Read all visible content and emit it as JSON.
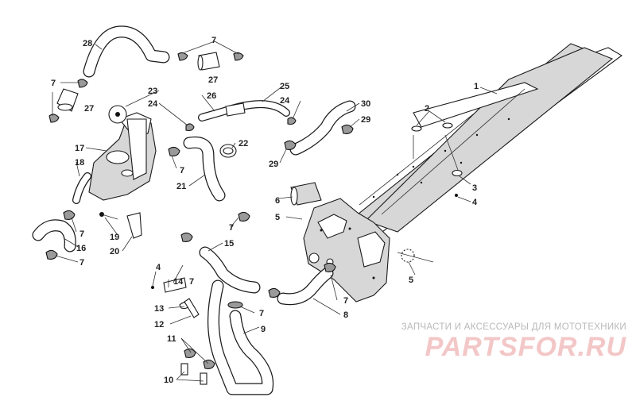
{
  "diagram": {
    "callouts": [
      {
        "id": "c1",
        "label": "1"
      },
      {
        "id": "c2",
        "label": "2"
      },
      {
        "id": "c3",
        "label": "3"
      },
      {
        "id": "c4a",
        "label": "4"
      },
      {
        "id": "c4b",
        "label": "4"
      },
      {
        "id": "c5a",
        "label": "5"
      },
      {
        "id": "c5b",
        "label": "5"
      },
      {
        "id": "c6",
        "label": "6"
      },
      {
        "id": "c7a",
        "label": "7"
      },
      {
        "id": "c7b",
        "label": "7"
      },
      {
        "id": "c7c",
        "label": "7"
      },
      {
        "id": "c7d",
        "label": "7"
      },
      {
        "id": "c7e",
        "label": "7"
      },
      {
        "id": "c7f",
        "label": "7"
      },
      {
        "id": "c7g",
        "label": "7"
      },
      {
        "id": "c7h",
        "label": "7"
      },
      {
        "id": "c7i",
        "label": "7"
      },
      {
        "id": "c8",
        "label": "8"
      },
      {
        "id": "c9",
        "label": "9"
      },
      {
        "id": "c10",
        "label": "10"
      },
      {
        "id": "c11",
        "label": "11"
      },
      {
        "id": "c12",
        "label": "12"
      },
      {
        "id": "c13",
        "label": "13"
      },
      {
        "id": "c14",
        "label": "14"
      },
      {
        "id": "c15",
        "label": "15"
      },
      {
        "id": "c16",
        "label": "16"
      },
      {
        "id": "c17",
        "label": "17"
      },
      {
        "id": "c18",
        "label": "18"
      },
      {
        "id": "c19",
        "label": "19"
      },
      {
        "id": "c20",
        "label": "20"
      },
      {
        "id": "c21",
        "label": "21"
      },
      {
        "id": "c22",
        "label": "22"
      },
      {
        "id": "c23",
        "label": "23"
      },
      {
        "id": "c24a",
        "label": "24"
      },
      {
        "id": "c24b",
        "label": "24"
      },
      {
        "id": "c25",
        "label": "25"
      },
      {
        "id": "c26",
        "label": "26"
      },
      {
        "id": "c27a",
        "label": "27"
      },
      {
        "id": "c27b",
        "label": "27"
      },
      {
        "id": "c28",
        "label": "28"
      },
      {
        "id": "c29a",
        "label": "29"
      },
      {
        "id": "c29b",
        "label": "29"
      },
      {
        "id": "c30",
        "label": "30"
      }
    ]
  },
  "watermark": {
    "tagline": "ЗАПЧАСТИ И АКСЕССУАРЫ ДЛЯ МОТОТЕХНИКИ",
    "logo": "PARTSFOR.RU"
  },
  "colors": {
    "line": "#1a1a1a",
    "part_fill": "#d7d7d7",
    "watermark_text": "#b9b9b9",
    "watermark_logo": "#f3c7c7"
  }
}
